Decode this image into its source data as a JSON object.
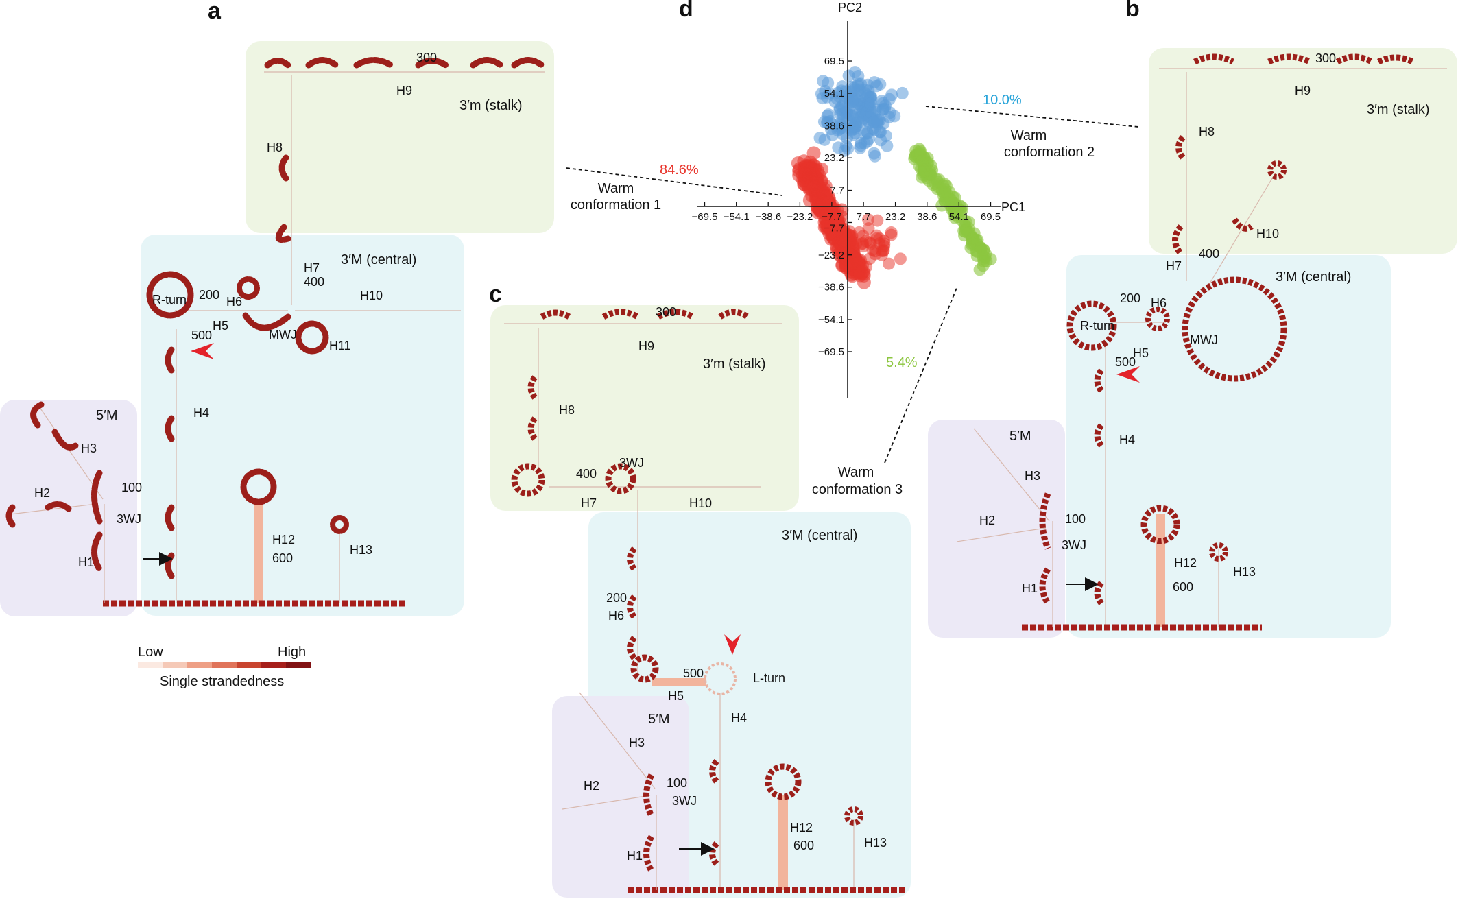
{
  "panels": {
    "a": "a",
    "b": "b",
    "c": "c",
    "d": "d"
  },
  "domains": {
    "stalk": "3′m (stalk)",
    "central": "3′M (central)",
    "five": "5′M"
  },
  "labels": {
    "h1": "H1",
    "h2": "H2",
    "h3": "H3",
    "h4": "H4",
    "h5": "H5",
    "h6": "H6",
    "h7": "H7",
    "h8": "H8",
    "h9": "H9",
    "h10": "H10",
    "h11": "H11",
    "h12": "H12",
    "h13": "H13",
    "n100": "100",
    "n200": "200",
    "n300": "300",
    "n400": "400",
    "n500": "500",
    "n600": "600",
    "wj3": "3WJ",
    "mwj": "MWJ",
    "rturn": "R-turn",
    "lturn": "L-turn"
  },
  "legend": {
    "low": "Low",
    "high": "High",
    "title": "Single strandedness",
    "colors": [
      "#fbe9e1",
      "#f5c9b7",
      "#ee9f85",
      "#e0745a",
      "#c8442f",
      "#a61f1b",
      "#821214"
    ]
  },
  "pca": {
    "x_axis_label": "PC1",
    "y_axis_label": "PC2",
    "tick_values": [
      -69.5,
      -54.1,
      -38.6,
      -23.2,
      -7.7,
      7.7,
      23.2,
      38.6,
      54.1,
      69.5
    ],
    "x_tick_labels": [
      "−69.5",
      "−54.1",
      "−38.6",
      "−23.2",
      "−7.7",
      "7.7",
      "23.2",
      "38.6",
      "54.1",
      "69.5"
    ],
    "y_tick_labels": [
      "−69.5",
      "−54.1",
      "−38.6",
      "−23.2",
      "−7.7",
      "7.7",
      "23.2",
      "38.6",
      "54.1",
      "69.5"
    ],
    "clusters": [
      {
        "name": "Warm conformation 1",
        "percent": "84.6%",
        "color": "#e8332a"
      },
      {
        "name": "Warm conformation 2",
        "percent": "10.0%",
        "color": "#5b9bd8"
      },
      {
        "name": "Warm conformation 3",
        "percent": "5.4%",
        "color": "#8cc63f"
      }
    ],
    "conformation_line1": "Warm",
    "conf1_line2": "conformation 1",
    "conf2_line2": "conformation 2",
    "conf3_line2": "conformation 3"
  },
  "colors": {
    "stalk_bg": "#eef5e3",
    "central_bg": "#e6f5f7",
    "five_bg": "#ece9f6",
    "dark_nt": "#8f1d1a",
    "mid_nt": "#c2453a",
    "pair_nt": "#f3d8cf",
    "arrowhead": "#e3232b"
  }
}
